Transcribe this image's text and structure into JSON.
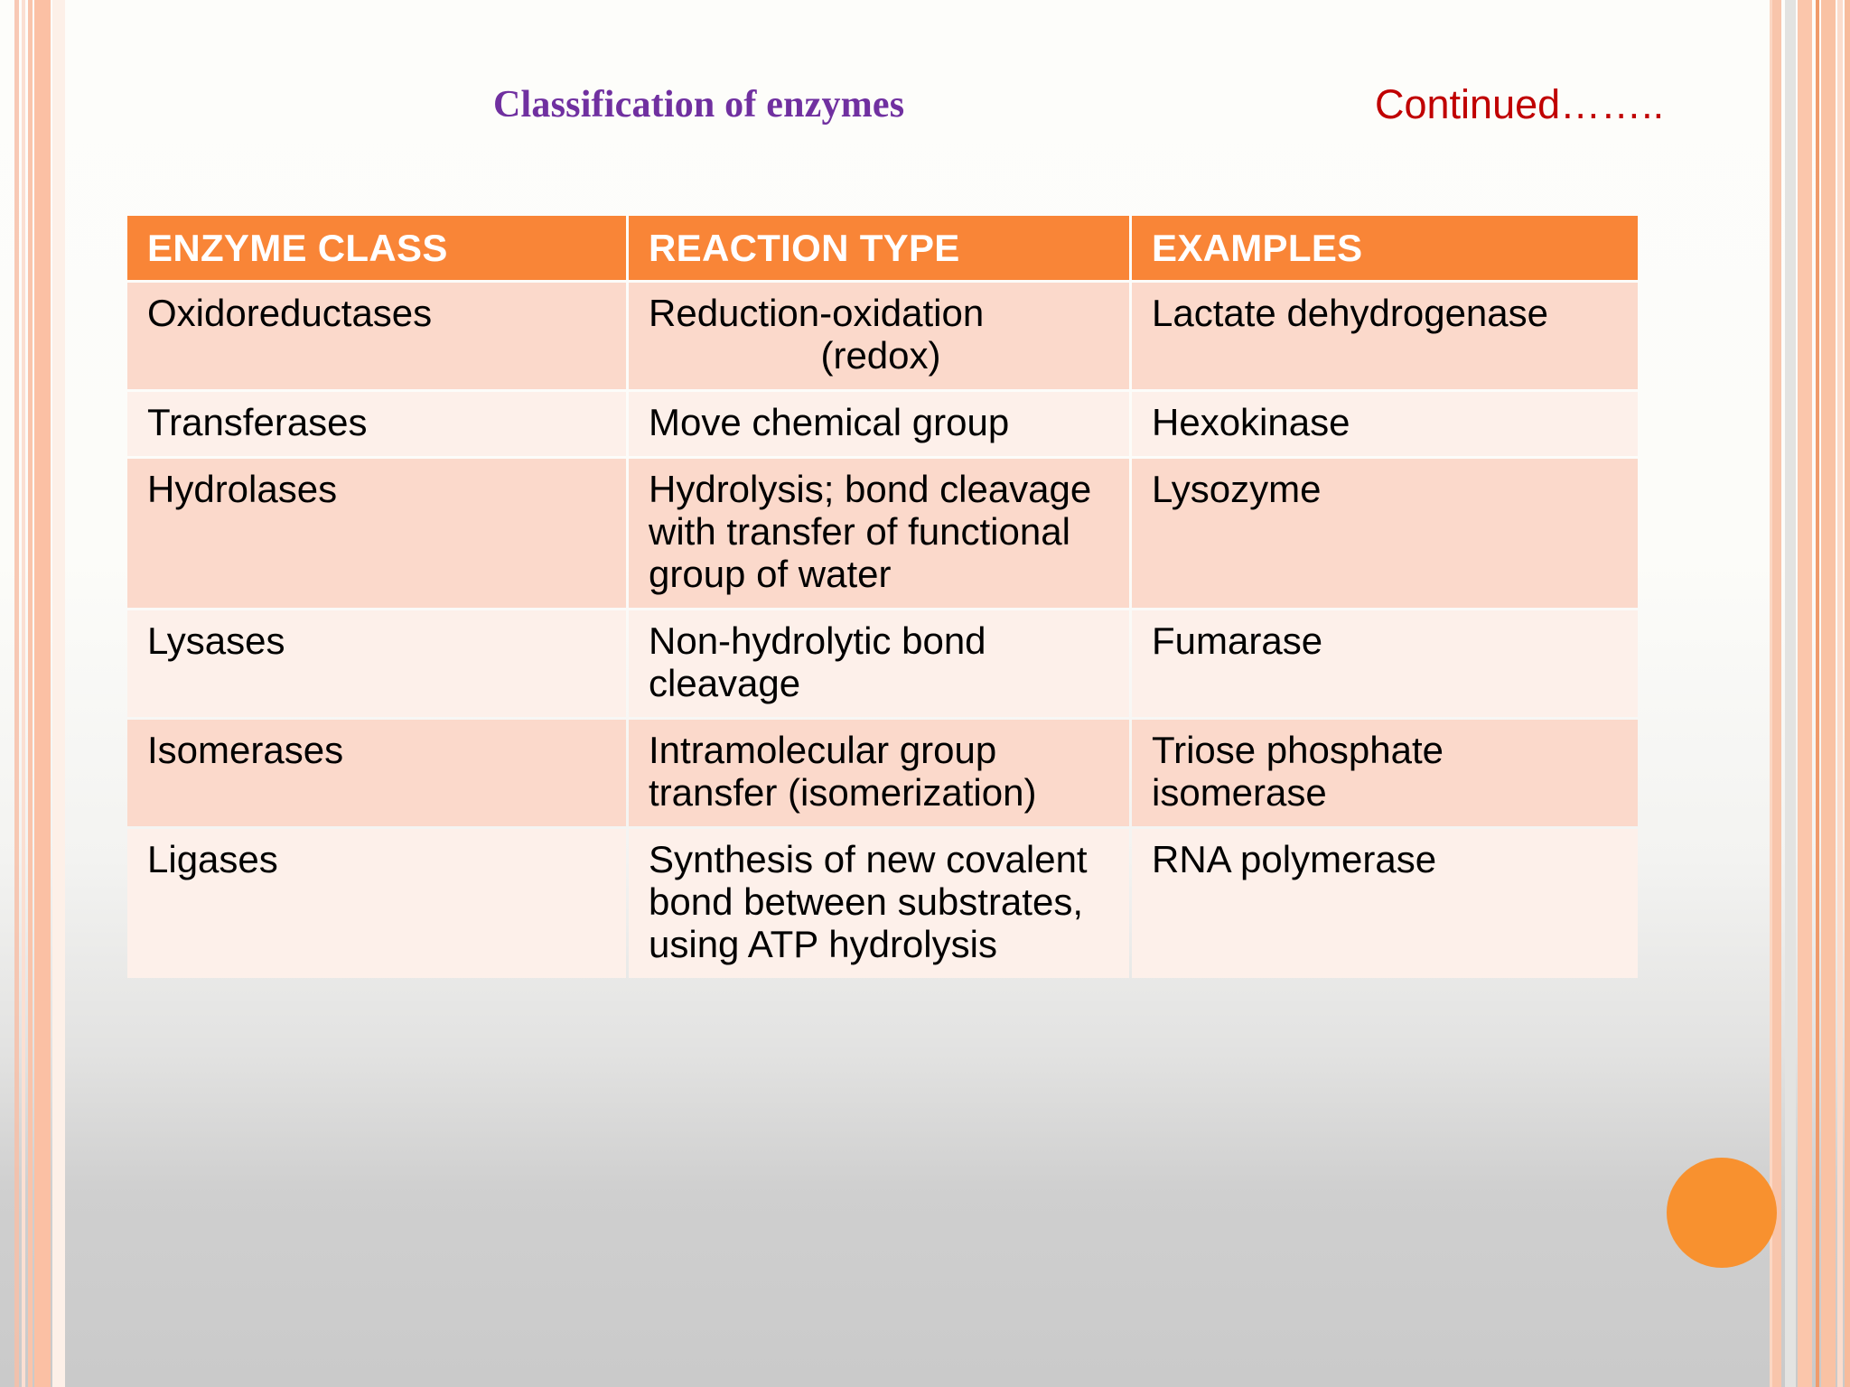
{
  "slide": {
    "title": "Classification of enzymes",
    "continued_note": "Continued……..",
    "title_color": "#7030a0",
    "continued_color": "#c00000",
    "header_bg": "#f98537",
    "row_dark_bg": "#fbd9cb",
    "row_light_bg": "#fdf0ea",
    "accent_circle_color": "#f8912f"
  },
  "table": {
    "columns": [
      {
        "label": "ENZYME CLASS"
      },
      {
        "label": "REACTION TYPE"
      },
      {
        "label": "EXAMPLES"
      }
    ],
    "rows": [
      {
        "enzyme_class": "Oxidoreductases",
        "reaction_type_line1": "Reduction-oxidation",
        "reaction_type_line2": "(redox)",
        "example": "Lactate dehydrogenase"
      },
      {
        "enzyme_class": "Transferases",
        "reaction_type": "Move chemical group",
        "example": "Hexokinase"
      },
      {
        "enzyme_class": "Hydrolases",
        "reaction_type": "Hydrolysis; bond cleavage with transfer of functional group of water",
        "example": "Lysozyme"
      },
      {
        "enzyme_class": "Lysases",
        "reaction_type": "Non-hydrolytic bond cleavage",
        "example": "Fumarase"
      },
      {
        "enzyme_class": "Isomerases",
        "reaction_type": "Intramolecular group transfer (isomerization)",
        "example": "Triose phosphate isomerase"
      },
      {
        "enzyme_class": "Ligases",
        "reaction_type": "Synthesis of new covalent bond between substrates, using ATP hydrolysis",
        "example": "RNA polymerase"
      }
    ]
  }
}
